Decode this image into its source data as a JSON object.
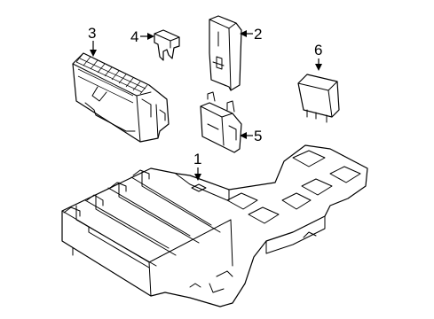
{
  "callouts": {
    "c1": "1",
    "c2": "2",
    "c3": "3",
    "c4": "4",
    "c5": "5",
    "c6": "6"
  },
  "parts": [
    {
      "callout": "1",
      "icon": "fuse-relay-box-base"
    },
    {
      "callout": "2",
      "icon": "fuse-box-cover-clip"
    },
    {
      "callout": "3",
      "icon": "fuse-box-cover"
    },
    {
      "callout": "4",
      "icon": "mini-fuse"
    },
    {
      "callout": "5",
      "icon": "maxi-fuse"
    },
    {
      "callout": "6",
      "icon": "relay"
    }
  ],
  "colors": {
    "line": "#000000",
    "background": "#ffffff"
  }
}
